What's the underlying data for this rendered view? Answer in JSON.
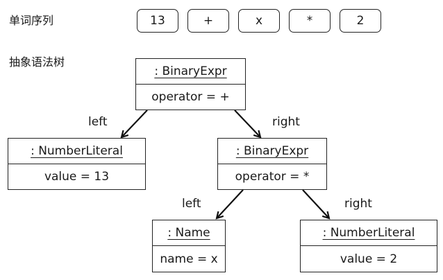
{
  "labels": {
    "token_sequence": "单词序列",
    "syntax_tree": "抽象语法树"
  },
  "tokens": [
    "13",
    "+",
    "x",
    "*",
    "2"
  ],
  "nodes": {
    "root": {
      "type": ": BinaryExpr",
      "attr": "operator = +"
    },
    "left_literal": {
      "type": ": NumberLiteral",
      "attr": "value = 13"
    },
    "right_expr": {
      "type": ": BinaryExpr",
      "attr": "operator = *"
    },
    "name_x": {
      "type": ": Name",
      "attr": "name = x"
    },
    "right_literal": {
      "type": ": NumberLiteral",
      "attr": "value = 2"
    }
  },
  "edges": {
    "root_left": "left",
    "root_right": "right",
    "inner_left": "left",
    "inner_right": "right"
  }
}
